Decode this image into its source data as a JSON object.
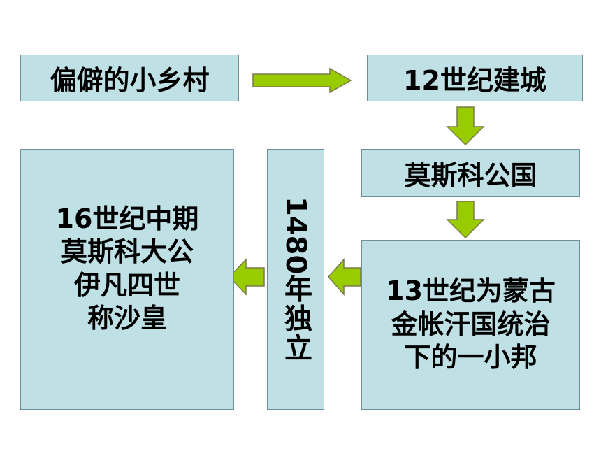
{
  "colors": {
    "box_fill": "#bfe0e4",
    "box_border": "#6f8f96",
    "arrow_fill": "#99cc00",
    "arrow_stroke": "#7a7a4a"
  },
  "nodes": {
    "village": {
      "text": "偏僻的小乡村"
    },
    "city": {
      "text": "12世纪建城"
    },
    "principality": {
      "text": "莫斯科公国"
    },
    "mongol_rule": {
      "lines": [
        "13世纪为蒙古",
        "金帐汗国统治",
        "下的一小邦"
      ]
    },
    "independence": {
      "number": "1480",
      "rest": "年独立"
    },
    "tsar": {
      "lines": [
        "16世纪中期",
        "莫斯科大公",
        "伊凡四世",
        "称沙皇"
      ]
    }
  },
  "icons": {
    "arrow_right": "arrow-right-icon",
    "arrow_down": "arrow-down-icon",
    "arrow_left": "arrow-left-icon"
  }
}
